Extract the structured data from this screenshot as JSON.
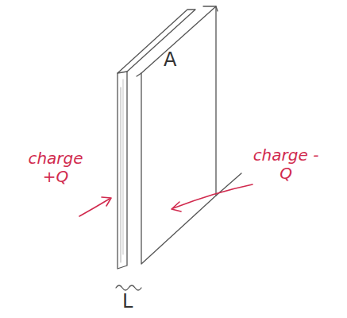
{
  "diagram": {
    "labels": [
      "charge +Q",
      "charge -Q",
      "A",
      "L"
    ]
  }
}
